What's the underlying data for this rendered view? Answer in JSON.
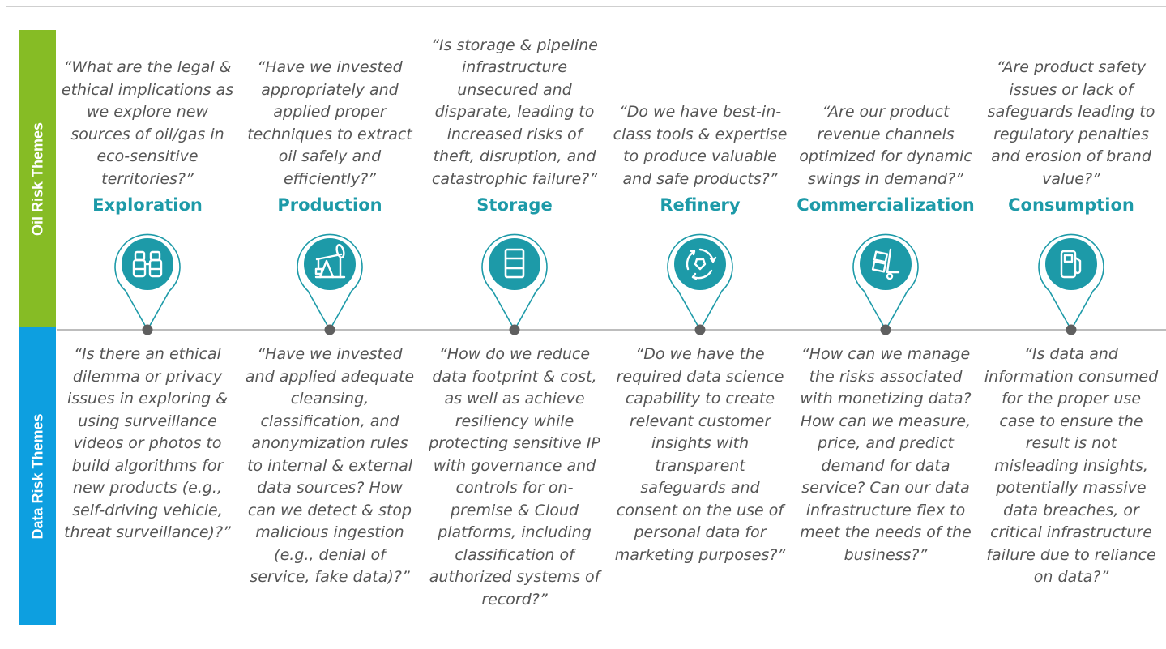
{
  "side_labels": {
    "oil": "Oil Risk Themes",
    "data": "Data Risk Themes"
  },
  "colors": {
    "oil_band": "#86bc25",
    "data_band": "#0d9fe0",
    "accent_teal": "#1d9aa8",
    "timeline": "#bdbdbd",
    "dot": "#5f5f5f",
    "text": "#555555"
  },
  "stages": [
    {
      "name": "Exploration",
      "icon": "binoculars-icon",
      "oil_question": "“What are the legal & ethical implications as we explore new sources of oil/gas in eco-sensitive territories?”",
      "data_question": "“Is there an ethical dilemma or privacy issues in exploring & using surveillance videos or photos to build algorithms for new products (e.g., self-driving vehicle, threat surveillance)?”"
    },
    {
      "name": "Production",
      "icon": "oil-pump-icon",
      "oil_question": "“Have we invested appropriately and applied proper techniques to extract oil safely and efficiently?”",
      "data_question": "“Have we invested and applied adequate cleansing, classification, and anonymization rules to internal & external data sources? How can we detect & stop malicious ingestion (e.g., denial of service, fake data)?”"
    },
    {
      "name": "Storage",
      "icon": "barrel-icon",
      "oil_question": "“Is storage & pipeline infrastructure unsecured and disparate, leading to increased risks of theft, disruption, and catastrophic failure?”",
      "data_question": "“How do we reduce data footprint & cost, as well as achieve resiliency while protecting sensitive IP with governance and controls for on-premise & Cloud platforms, including classification of authorized systems of record?”"
    },
    {
      "name": "Refinery",
      "icon": "refinery-cycle-icon",
      "oil_question": "“Do we have best-in-class tools & expertise to produce valuable and safe products?”",
      "data_question": "“Do we have the required data science capability to create relevant customer insights with transparent safeguards and consent on the use of personal data for marketing purposes?”"
    },
    {
      "name": "Commercialization",
      "icon": "hand-truck-icon",
      "oil_question": "“Are our product revenue channels optimized for dynamic swings in demand?”",
      "data_question": "“How can we manage the risks associated with monetizing data? How can we measure, price, and predict demand for data service? Can our data infrastructure flex to meet the needs of the business?”"
    },
    {
      "name": "Consumption",
      "icon": "fuel-pump-icon",
      "oil_question": "“Are product safety issues or lack of safeguards leading to regulatory penalties and erosion of brand value?”",
      "data_question": "“Is data and information consumed for the proper use case to ensure the result is not misleading insights, potentially massive data breaches, or critical infrastructure failure due to reliance on data?”"
    }
  ]
}
